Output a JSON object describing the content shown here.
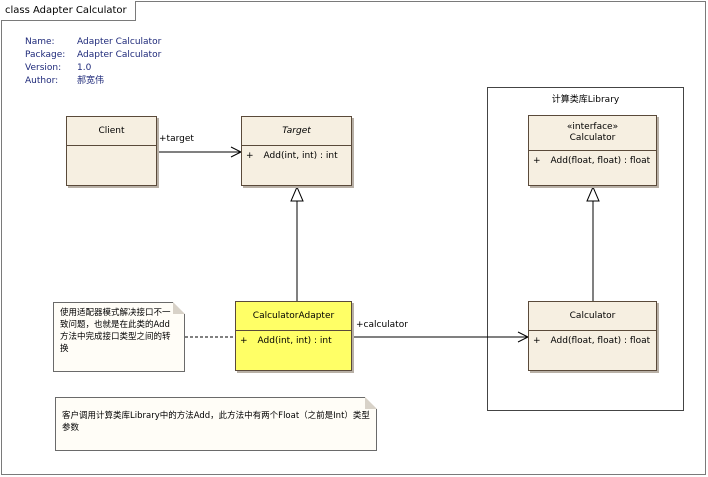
{
  "frame": {
    "title": "class Adapter Calculator"
  },
  "meta": {
    "rows": [
      {
        "key": "Name:",
        "value": "Adapter Calculator"
      },
      {
        "key": "Package:",
        "value": "Adapter Calculator"
      },
      {
        "key": "Version:",
        "value": "1.0"
      },
      {
        "key": "Author:",
        "value": "郝宽伟"
      }
    ]
  },
  "classes": {
    "client": {
      "name": "Client"
    },
    "target": {
      "name": "Target",
      "op_vis": "+",
      "op": "Add(int, int) : int"
    },
    "adapter": {
      "name": "CalculatorAdapter",
      "op_vis": "+",
      "op": "Add(int, int) : int"
    },
    "iface": {
      "stereotype": "«interface»",
      "name": "Calculator",
      "op_vis": "+",
      "op": "Add(float, float) : float"
    },
    "impl": {
      "name": "Calculator",
      "op_vis": "+",
      "op": "Add(float, float) : float"
    }
  },
  "package": {
    "title": "计算类库Library"
  },
  "labels": {
    "target_role": "+target",
    "calculator_role": "+calculator"
  },
  "notes": {
    "adapter_note": "使用适配器模式解决接口不一致问题，也就是在此类的Add方法中完成接口类型之间的转换",
    "client_note": "客户调用计算类库Library中的方法Add，此方法中有两个Float（之前是Int）类型参数"
  }
}
